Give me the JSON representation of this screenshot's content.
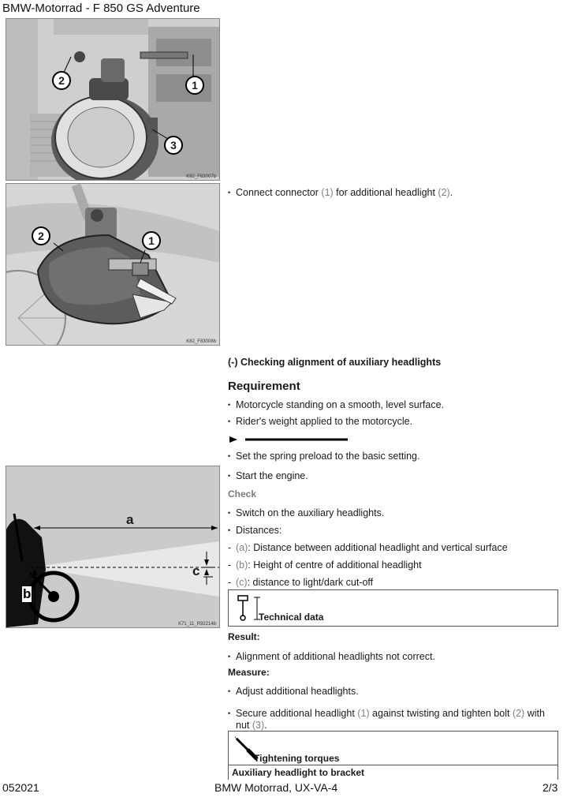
{
  "header": {
    "title": "BMW-Motorrad - F 850 GS Adventure"
  },
  "figures": {
    "fig1": {
      "callouts": [
        "1",
        "2",
        "3"
      ],
      "code": "K82_F83007b"
    },
    "fig2": {
      "callouts": [
        "1",
        "2"
      ],
      "code": "K82_F83008b"
    },
    "fig3": {
      "labels": {
        "a": "a",
        "b": "b",
        "c": "c"
      },
      "code": "K71_11_R92214b"
    }
  },
  "steps": {
    "connect": {
      "text_before": "Connect connector ",
      "ref1": "(1)",
      "text_mid": " for additional headlight ",
      "ref2": "(2)",
      "text_after": "."
    },
    "section_title": "(-) Checking alignment of auxiliary headlights",
    "requirement_heading": "Requirement",
    "requirement_items": [
      "Motorcycle standing on a smooth, level surface.",
      "Rider's weight applied to the motorcycle."
    ],
    "prep_items": [
      "Set the spring preload to the basic setting.",
      "Start the engine."
    ],
    "check_heading": "Check",
    "check_items": [
      "Switch on the auxiliary headlights.",
      "Distances:"
    ],
    "distances": [
      {
        "ref": "(a)",
        "text": ": Distance between additional headlight and vertical surface"
      },
      {
        "ref": "(b)",
        "text": ": Height of centre of additional headlight"
      },
      {
        "ref": "(c)",
        "text": ": distance to light/dark cut-off"
      }
    ],
    "technical_data_label": "Technical data",
    "result_heading": "Result:",
    "result_item": "Alignment of additional headlights not correct.",
    "measure_heading": "Measure:",
    "measure_item1": "Adjust additional headlights.",
    "measure_item2": {
      "text_before": "Secure additional headlight ",
      "ref1": "(1)",
      "text_mid": " against twisting and tighten bolt ",
      "ref2": "(2)",
      "text_mid2": " with nut ",
      "ref3": "(3)",
      "text_after": "."
    },
    "torque_label": "Tightening torques",
    "torque_row": "Auxiliary headlight to bracket"
  },
  "footer": {
    "left": "052021",
    "center": "BMW Motorrad, UX-VA-4",
    "right": "2/3"
  }
}
